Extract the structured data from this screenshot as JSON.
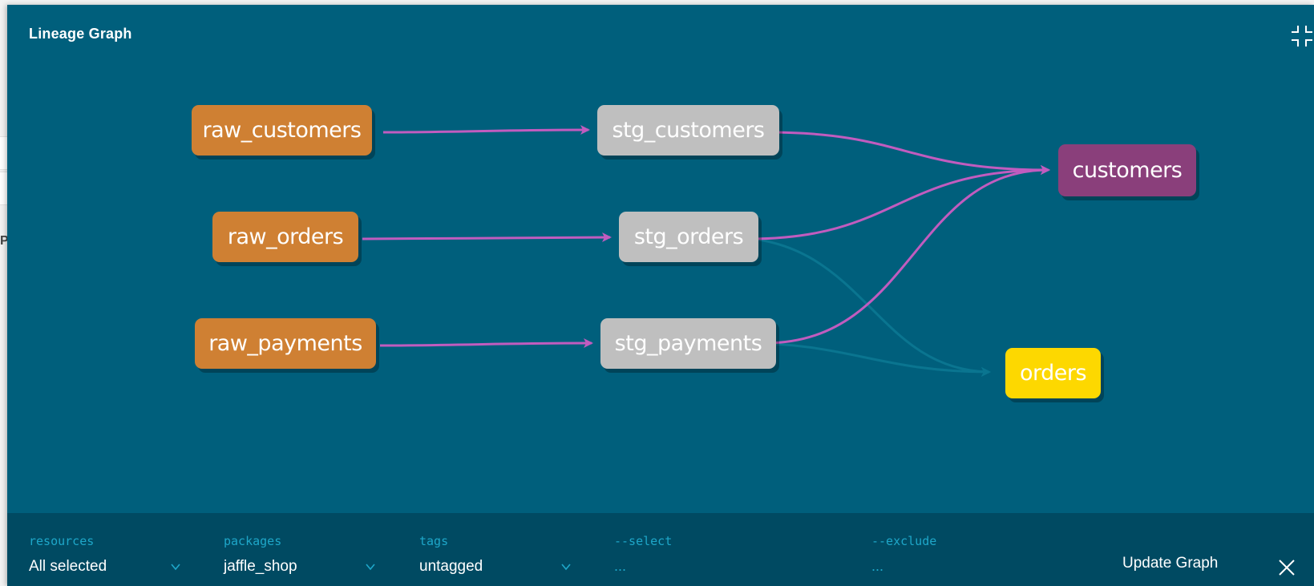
{
  "panel": {
    "title": "Lineage Graph",
    "collapse_icon": "collapse-icon",
    "close_icon": "close-icon"
  },
  "background": {
    "partial_letter": "P"
  },
  "colors": {
    "panel_background": "#005f7c",
    "toolbar_background": "#004a62",
    "edge_active": "#c15cbf",
    "edge_inactive": "#0a7590",
    "source_node": "#cf8033",
    "staging_node": "#bfbfbf",
    "customers_node": "#8a3f7b",
    "orders_node": "#fdd800",
    "filter_label": "#1ea7c9"
  },
  "graph": {
    "nodes": [
      {
        "id": "raw_customers",
        "label": "raw_customers",
        "kind": "source"
      },
      {
        "id": "raw_orders",
        "label": "raw_orders",
        "kind": "source"
      },
      {
        "id": "raw_payments",
        "label": "raw_payments",
        "kind": "source"
      },
      {
        "id": "stg_customers",
        "label": "stg_customers",
        "kind": "staging"
      },
      {
        "id": "stg_orders",
        "label": "stg_orders",
        "kind": "staging"
      },
      {
        "id": "stg_payments",
        "label": "stg_payments",
        "kind": "staging"
      },
      {
        "id": "customers",
        "label": "customers",
        "kind": "model",
        "selected": true
      },
      {
        "id": "orders",
        "label": "orders",
        "kind": "model",
        "selected": false
      }
    ],
    "edges": [
      {
        "from": "raw_customers",
        "to": "stg_customers",
        "highlighted": true
      },
      {
        "from": "raw_orders",
        "to": "stg_orders",
        "highlighted": true
      },
      {
        "from": "raw_payments",
        "to": "stg_payments",
        "highlighted": true
      },
      {
        "from": "stg_customers",
        "to": "customers",
        "highlighted": true
      },
      {
        "from": "stg_orders",
        "to": "customers",
        "highlighted": true
      },
      {
        "from": "stg_payments",
        "to": "customers",
        "highlighted": true
      },
      {
        "from": "stg_orders",
        "to": "orders",
        "highlighted": false
      },
      {
        "from": "stg_payments",
        "to": "orders",
        "highlighted": false
      }
    ]
  },
  "toolbar": {
    "resources": {
      "label": "resources",
      "value": "All selected"
    },
    "packages": {
      "label": "packages",
      "value": "jaffle_shop"
    },
    "tags": {
      "label": "tags",
      "value": "untagged"
    },
    "select": {
      "label": "--select",
      "value": "..."
    },
    "exclude": {
      "label": "--exclude",
      "value": "..."
    },
    "update_label": "Update Graph"
  }
}
